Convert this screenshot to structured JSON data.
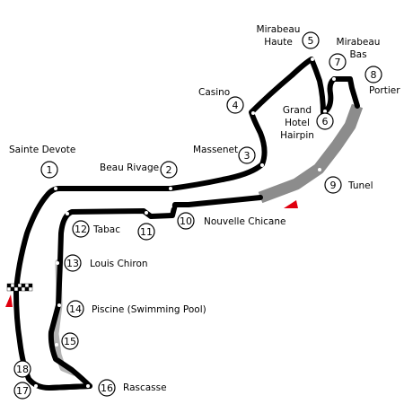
{
  "colors": {
    "track": "#000000",
    "tunnel": "#8c8c8c",
    "pit_lane": "#b4b4b4",
    "marker": "#e0000f",
    "background": "#ffffff"
  },
  "legend": {
    "start_finish_icon": "checkered-flag-icon",
    "direction_icon": "red-triangle-icon"
  },
  "corners": [
    {
      "number": "1",
      "lines": [
        "Sainte Devote"
      ]
    },
    {
      "number": "2",
      "lines": [
        "Beau Rivage"
      ]
    },
    {
      "number": "3",
      "lines": [
        "Massenet"
      ]
    },
    {
      "number": "4",
      "lines": [
        "Casino"
      ]
    },
    {
      "number": "5",
      "lines": [
        "Mirabeau",
        "Haute"
      ]
    },
    {
      "number": "6",
      "lines": [
        "Grand",
        "Hotel",
        "Hairpin"
      ]
    },
    {
      "number": "7",
      "lines": [
        "Mirabeau",
        "Bas"
      ]
    },
    {
      "number": "8",
      "lines": [
        "Portier"
      ]
    },
    {
      "number": "9",
      "lines": [
        "Tunel"
      ]
    },
    {
      "number": "10",
      "lines": [
        "Nouvelle Chicane"
      ]
    },
    {
      "number": "11",
      "lines": []
    },
    {
      "number": "12",
      "lines": [
        "Tabac"
      ]
    },
    {
      "number": "13",
      "lines": [
        "Louis Chiron"
      ]
    },
    {
      "number": "14",
      "lines": [
        "Piscine (Swimming Pool)"
      ]
    },
    {
      "number": "15",
      "lines": []
    },
    {
      "number": "16",
      "lines": [
        "Rascasse"
      ]
    },
    {
      "number": "17",
      "lines": []
    },
    {
      "number": "18",
      "lines": []
    }
  ]
}
